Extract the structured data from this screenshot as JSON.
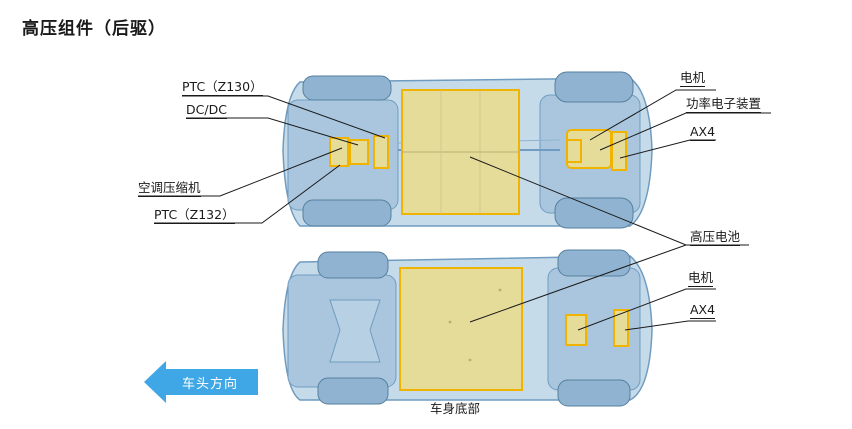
{
  "title": "高压组件（后驱）",
  "labels": {
    "ptc_z130": "PTC（Z130）",
    "dcdc": "DC/DC",
    "ac_compressor": "空调压缩机",
    "ptc_z132": "PTC（Z132）",
    "motor_top": "电机",
    "power_electronics": "功率电子装置",
    "ax4_top": "AX4",
    "hv_battery": "高压电池",
    "motor_bottom": "电机",
    "ax4_bottom": "AX4"
  },
  "direction_label": "车头方向",
  "caption": "车身底部",
  "colors": {
    "car_body": "#c6dbea",
    "car_dark": "#6f9cc0",
    "tire": "#8fb3d0",
    "battery_fill": "#e6dc9a",
    "component_border": "#f0b400",
    "arrow": "#3fa7e6"
  }
}
